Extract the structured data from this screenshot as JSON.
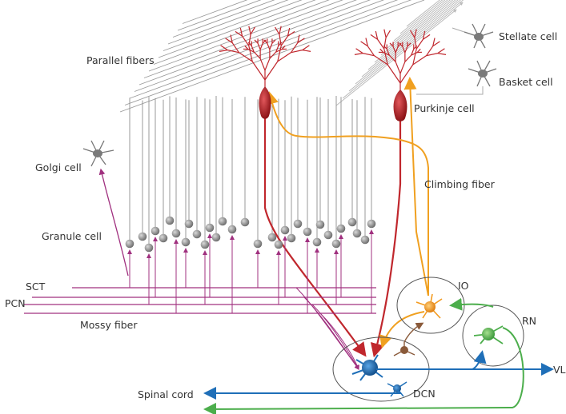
{
  "labels": {
    "parallel_fibers": "Parallel fibers",
    "stellate_cell": "Stellate cell",
    "basket_cell": "Basket cell",
    "purkinje_cell": "Purkinje cell",
    "golgi_cell": "Golgi cell",
    "climbing_fiber": "Climbing fiber",
    "granule_cell": "Granule cell",
    "sct": "SCT",
    "pcn": "PCN",
    "mossy_fiber": "Mossy fiber",
    "io": "IO",
    "rn": "RN",
    "vl": "VL",
    "dcn": "DCN",
    "spinal_cord": "Spinal cord"
  },
  "colors": {
    "purkinje": "#c0272d",
    "climbing": "#f0a020",
    "mossy": "#a0307f",
    "dcn_neuron": "#1f6fb8",
    "io_neuron": "#f39a1e",
    "rn_neuron": "#4cae4c",
    "parallel": "#9a9a9a",
    "granule": "#8a8a8a"
  }
}
